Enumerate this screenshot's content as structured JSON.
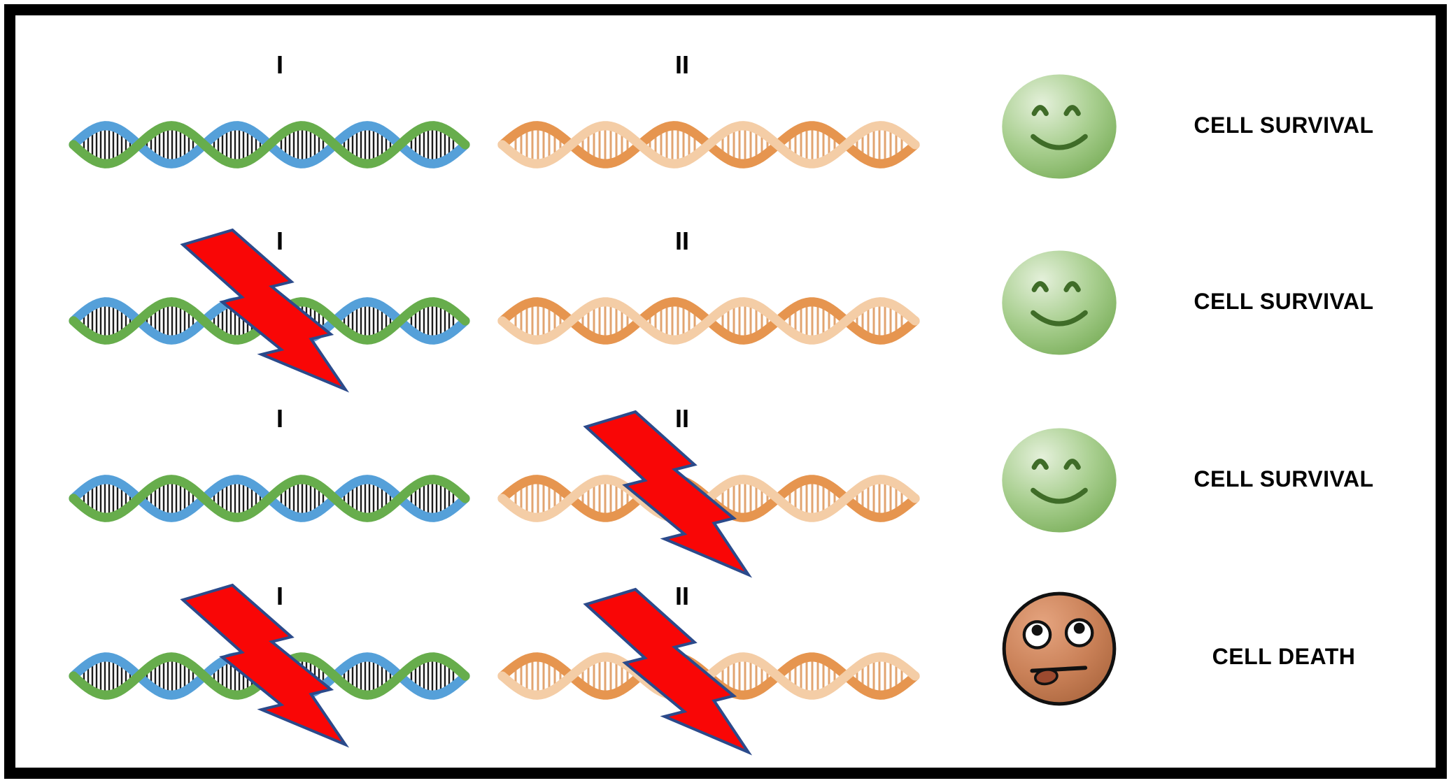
{
  "figure": {
    "rows": [
      {
        "chromosome_1_label": "I",
        "chromosome_2_label": "II",
        "chromosome_1_hit": false,
        "chromosome_2_hit": false,
        "face": "happy",
        "outcome": "CELL SURVIVAL"
      },
      {
        "chromosome_1_label": "I",
        "chromosome_2_label": "II",
        "chromosome_1_hit": true,
        "chromosome_2_hit": false,
        "face": "happy",
        "outcome": "CELL SURVIVAL"
      },
      {
        "chromosome_1_label": "I",
        "chromosome_2_label": "II",
        "chromosome_1_hit": false,
        "chromosome_2_hit": true,
        "face": "happy",
        "outcome": "CELL SURVIVAL"
      },
      {
        "chromosome_1_label": "I",
        "chromosome_2_label": "II",
        "chromosome_1_hit": true,
        "chromosome_2_hit": true,
        "face": "dead",
        "outcome": "CELL DEATH"
      }
    ],
    "icons": {
      "chromosome_1": "dna-double-helix-icon",
      "chromosome_2": "dna-double-helix-icon",
      "bolt": "lightning-bolt-icon",
      "happy": "smiley-face-icon",
      "dead": "dead-face-icon"
    },
    "colors": {
      "bolt_fill": "#f90606",
      "bolt_stroke": "#2b4a8b",
      "dna1_strand_a": "#55a0d9",
      "dna1_strand_b": "#67ad4c",
      "dna1_rung": "#1a1a1a",
      "dna2_strand_a": "#e6954f",
      "dna2_strand_b": "#f4cda6",
      "dna2_rung": "#e2a470",
      "happy_face": "#a9cf90",
      "dead_face": "#c98057"
    }
  }
}
